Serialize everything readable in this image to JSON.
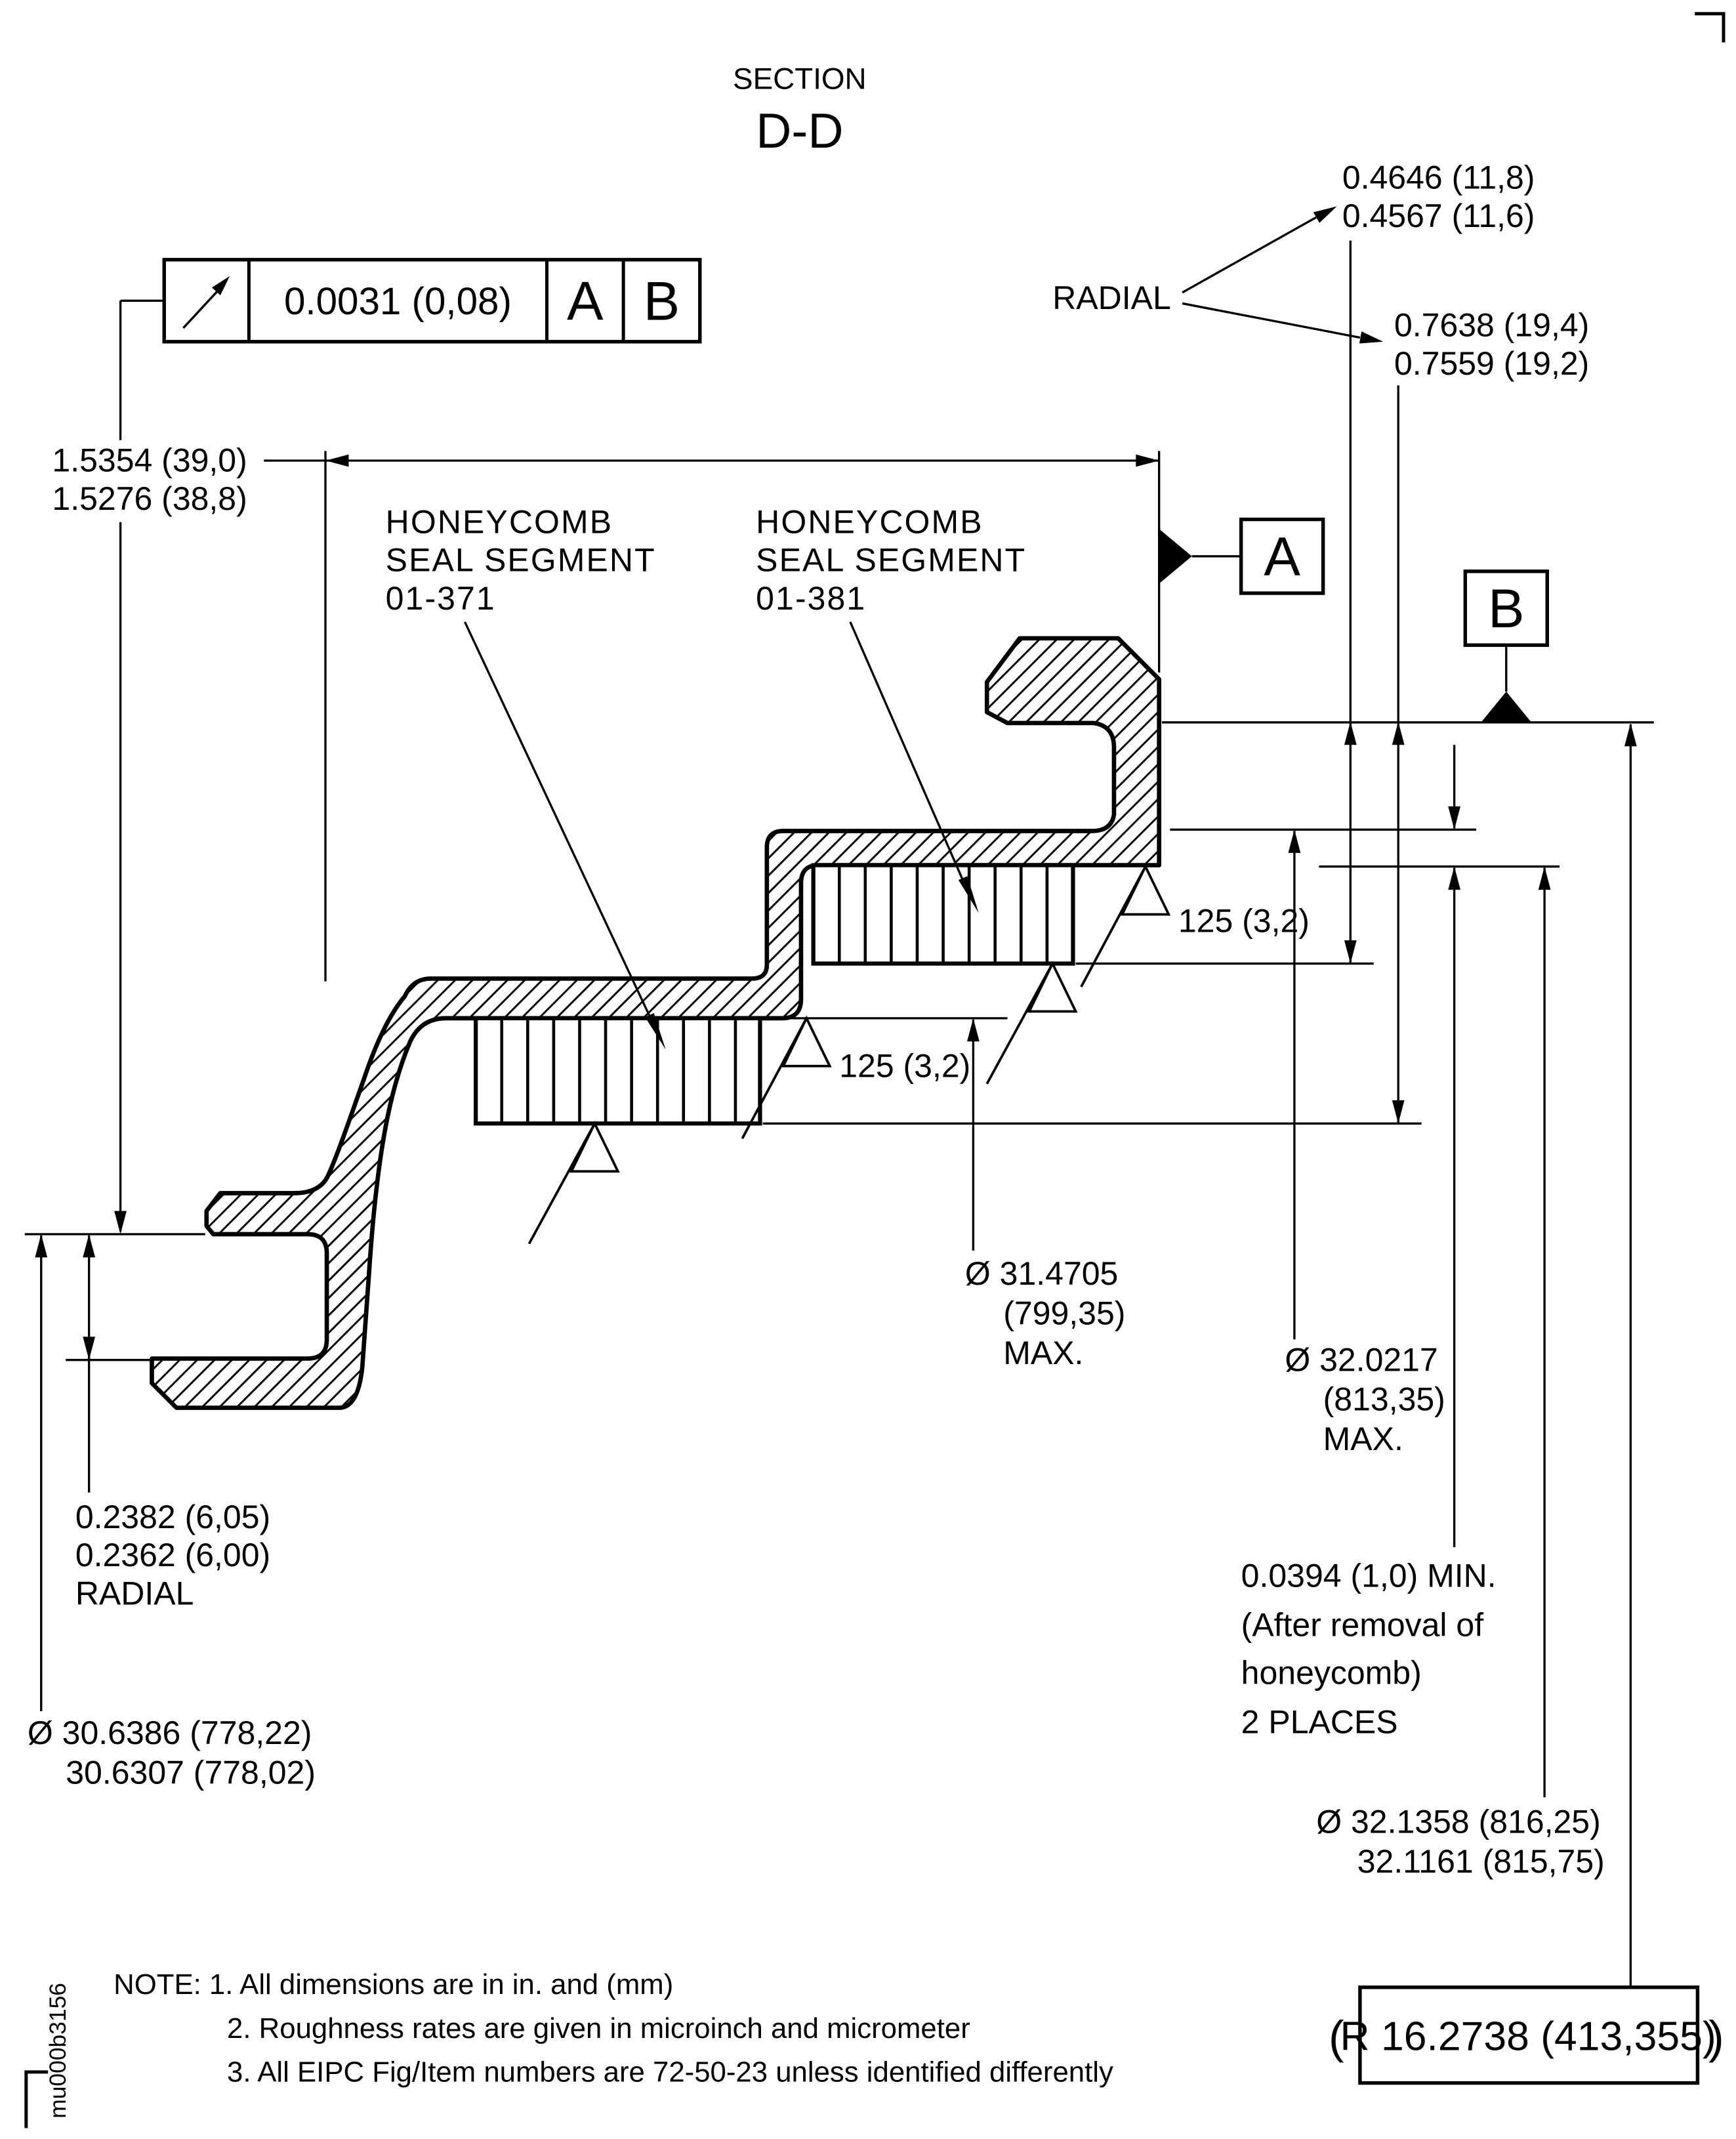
{
  "title": {
    "section": "SECTION",
    "view": "D-D"
  },
  "feature_control_frame": {
    "symbol_icon": "circular-runout-icon",
    "tolerance": "0.0031 (0,08)",
    "datum_a": "A",
    "datum_b": "B"
  },
  "radial_callout": {
    "label": "RADIAL",
    "upper_line1": "0.4646 (11,8)",
    "upper_line2": "0.4567 (11,6)",
    "lower_line1": "0.7638 (19,4)",
    "lower_line2": "0.7559 (19,2)"
  },
  "width_dim": {
    "line1": "1.5354 (39,0)",
    "line2": "1.5276 (38,8)"
  },
  "seal_segment_371": {
    "line1": "HONEYCOMB",
    "line2": "SEAL SEGMENT",
    "line3": "01-371"
  },
  "seal_segment_381": {
    "line1": "HONEYCOMB",
    "line2": "SEAL SEGMENT",
    "line3": "01-381"
  },
  "datums": {
    "a": "A",
    "b": "B"
  },
  "roughness": {
    "callout1": "125 (3,2)",
    "callout2": "125 (3,2)"
  },
  "dia_31_4705": {
    "line1": "Ø 31.4705",
    "line2": "(799,35)",
    "line3": "MAX."
  },
  "dia_32_0217": {
    "line1": "Ø 32.0217",
    "line2": "(813,35)",
    "line3": "MAX."
  },
  "min_wall": {
    "line1": "0.0394 (1,0) MIN.",
    "line2": "(After removal of",
    "line3": "honeycomb)",
    "line4": "2 PLACES"
  },
  "dia_32_1358": {
    "line1": "Ø 32.1358 (816,25)",
    "line2": "32.1161 (815,75)"
  },
  "dia_30_6386": {
    "line1": "Ø 30.6386 (778,22)",
    "line2": "30.6307 (778,02)"
  },
  "radial_0238": {
    "line1": "0.2382 (6,05)",
    "line2": "0.2362 (6,00)",
    "line3": "RADIAL"
  },
  "ref_radius": {
    "open": "(",
    "value": "R 16.2738 (413,355)",
    "close": ")"
  },
  "note": {
    "line1": "NOTE: 1. All dimensions are in in. and (mm)",
    "line2": "2. Roughness rates are given in microinch and micrometer",
    "line3": "3. All EIPC Fig/Item numbers are 72-50-23 unless identified differently"
  },
  "doc_id": "mu000b3156"
}
